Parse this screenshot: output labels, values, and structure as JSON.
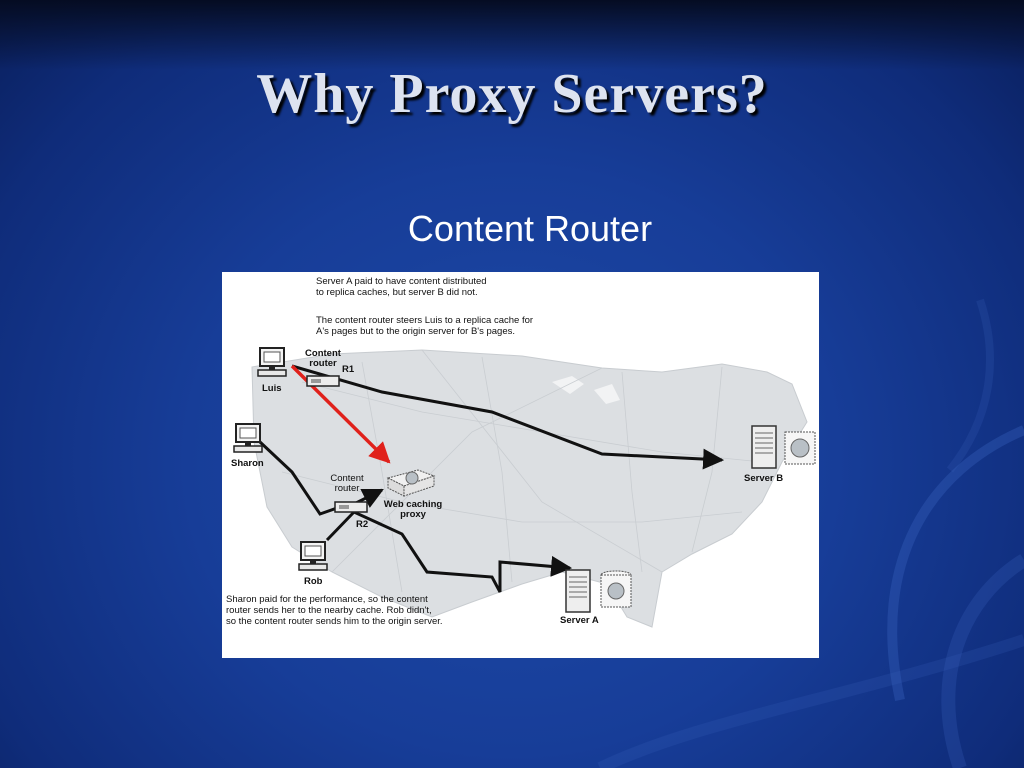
{
  "slide": {
    "title": "Why Proxy Servers?",
    "subtitle": "Content Router"
  },
  "diagram": {
    "notes": {
      "top": "Server A paid to have content distributed\nto replica caches, but server B did not.",
      "middle": "The content router steers Luis to a replica cache for\nA's pages but to the origin server for B's pages.",
      "bottom": "Sharon paid for the performance, so the content\nrouter sends her to the nearby cache. Rob didn't,\nso the content router sends him to the origin server."
    },
    "labels": {
      "luis": "Luis",
      "sharon": "Sharon",
      "rob": "Rob",
      "content_router_1": "Content\nrouter",
      "r1": "R1",
      "content_router_2": "Content\nrouter",
      "r2": "R2",
      "web_caching_proxy": "Web caching\nproxy",
      "server_a": "Server A",
      "server_b": "Server B"
    },
    "icons": {
      "computer": "computer-icon",
      "router": "router-icon",
      "server": "server-tower-icon",
      "storage": "disk-cylinder-icon",
      "proxy": "proxy-box-icon"
    },
    "colors": {
      "highlight_arrow": "#e0211b",
      "path": "#111111",
      "map": "#dcdfe2"
    }
  }
}
